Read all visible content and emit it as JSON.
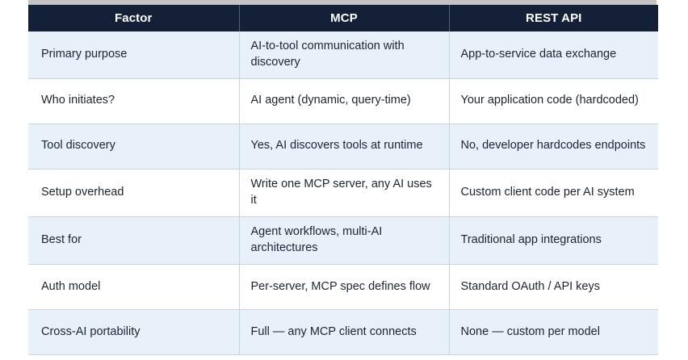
{
  "table": {
    "headers": [
      "Factor",
      "MCP",
      "REST API"
    ],
    "rows": [
      {
        "factor": "Primary purpose",
        "mcp": "AI-to-tool communication with discovery",
        "rest": "App-to-service data exchange"
      },
      {
        "factor": "Who initiates?",
        "mcp": "AI agent (dynamic, query-time)",
        "rest": "Your application code (hardcoded)"
      },
      {
        "factor": "Tool discovery",
        "mcp": "Yes, AI discovers tools at runtime",
        "rest": "No, developer hardcodes endpoints"
      },
      {
        "factor": "Setup overhead",
        "mcp": "Write one MCP server, any AI uses it",
        "rest": "Custom client code per AI system"
      },
      {
        "factor": "Best for",
        "mcp": "Agent workflows, multi-AI architectures",
        "rest": "Traditional app integrations"
      },
      {
        "factor": "Auth model",
        "mcp": "Per-server, MCP spec defines flow",
        "rest": "Standard OAuth / API keys"
      },
      {
        "factor": "Cross-AI portability",
        "mcp": "Full — any MCP client connects",
        "rest": "None — custom per model"
      }
    ]
  },
  "colors": {
    "header_background": "#141F38",
    "header_text": "#FFFFFF",
    "row_odd_background": "#E8F1FA",
    "row_even_background": "#FFFFFF",
    "cell_border": "#C9D4E0",
    "body_text": "#1C2430",
    "top_strip": "#C4C4C4"
  }
}
